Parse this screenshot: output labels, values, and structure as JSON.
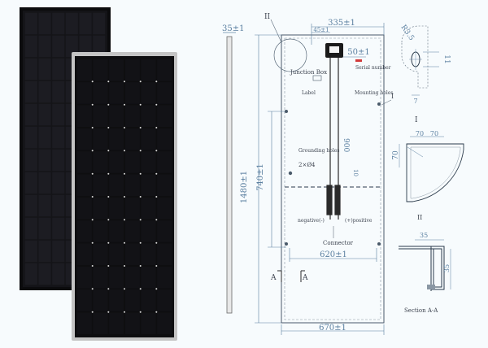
{
  "dimensions": {
    "thickness": "35±1",
    "offset_top": "45±1",
    "hole_spacing_top": "335±1",
    "label_offset": "50±1",
    "length": "1480±1",
    "half_length": "740±1",
    "cable_length": "900",
    "inset_small": "10",
    "mount_spacing": "620±1",
    "width": "670±1",
    "radius": "R3.5",
    "slot_width": "7",
    "slot_height": "11",
    "corner_a": "70",
    "corner_b": "70",
    "corner_c": "70",
    "section_w": "35",
    "section_h": "35"
  },
  "labels": {
    "detail_ref_top": "II",
    "junction_box": "Junction Box",
    "serial_number": "Serial number",
    "label": "Label",
    "mounting_holes": "Mounting holes",
    "marker_i": "I",
    "grounding_holes": "Grounding holes",
    "grounding_spec": "2×Ø4",
    "negative": "negative(-)",
    "positive": "(+)positive",
    "connector": "Connector",
    "section_mark_left": "A",
    "section_mark_right": "A",
    "detail_i_caption": "I",
    "detail_ii_caption": "II",
    "section_caption": "Section A-A"
  },
  "colors": {
    "dimension_line": "#5a7fa0",
    "drawing_line": "#4a5a6a",
    "accent_red": "#d23a3a",
    "panel_cell": "#0d0d0f",
    "panel_frame_silver": "#bdbdbd"
  }
}
